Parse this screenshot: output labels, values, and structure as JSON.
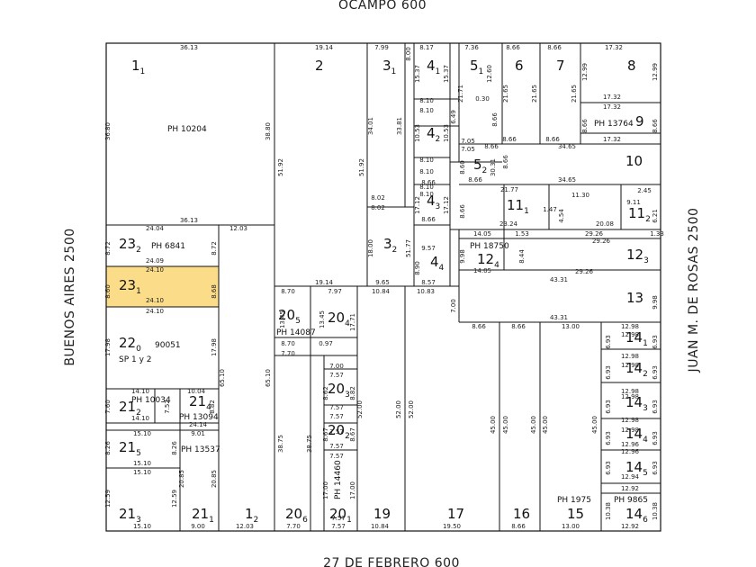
{
  "streets": {
    "top": "OCAMPO 600",
    "bottom": "27 DE FEBRERO 600",
    "left": "BUENOS AIRES 2500",
    "right": "JUAN M. DE ROSAS 2500"
  },
  "highlight_color": "#fbdc88",
  "lots": [
    {
      "id": "1",
      "main": "1",
      "sub": "1"
    },
    {
      "id": "2",
      "main": "2",
      "sub": ""
    },
    {
      "id": "3-1",
      "main": "3",
      "sub": "1"
    },
    {
      "id": "4-1",
      "main": "4",
      "sub": "1"
    },
    {
      "id": "5-1",
      "main": "5",
      "sub": "1"
    },
    {
      "id": "6",
      "main": "6",
      "sub": ""
    },
    {
      "id": "7",
      "main": "7",
      "sub": ""
    },
    {
      "id": "8",
      "main": "8",
      "sub": ""
    },
    {
      "id": "9",
      "main": "9",
      "sub": ""
    },
    {
      "id": "10",
      "main": "10",
      "sub": ""
    },
    {
      "id": "4-2",
      "main": "4",
      "sub": "2"
    },
    {
      "id": "5-2",
      "main": "5",
      "sub": "2"
    },
    {
      "id": "11-1",
      "main": "11",
      "sub": "1"
    },
    {
      "id": "11-2",
      "main": "11",
      "sub": "2"
    },
    {
      "id": "4-3",
      "main": "4",
      "sub": "3"
    },
    {
      "id": "3-2",
      "main": "3",
      "sub": "2"
    },
    {
      "id": "4-4",
      "main": "4",
      "sub": "4"
    },
    {
      "id": "12-4",
      "main": "12",
      "sub": "4"
    },
    {
      "id": "12-3",
      "main": "12",
      "sub": "3"
    },
    {
      "id": "13",
      "main": "13",
      "sub": ""
    },
    {
      "id": "23-2",
      "main": "23",
      "sub": "2"
    },
    {
      "id": "23-1",
      "main": "23",
      "sub": "1"
    },
    {
      "id": "22-0",
      "main": "22",
      "sub": "0"
    },
    {
      "id": "20-5",
      "main": "20",
      "sub": "5"
    },
    {
      "id": "20-4",
      "main": "20",
      "sub": "4"
    },
    {
      "id": "20-3",
      "main": "20",
      "sub": "3"
    },
    {
      "id": "20-2",
      "main": "20",
      "sub": "2"
    },
    {
      "id": "21-2",
      "main": "21",
      "sub": "2"
    },
    {
      "id": "21-4",
      "main": "21",
      "sub": "4"
    },
    {
      "id": "21-5",
      "main": "21",
      "sub": "5"
    },
    {
      "id": "21-3",
      "main": "21",
      "sub": "3"
    },
    {
      "id": "21-1",
      "main": "21",
      "sub": "1"
    },
    {
      "id": "1-2",
      "main": "1",
      "sub": "2"
    },
    {
      "id": "20-6",
      "main": "20",
      "sub": "6"
    },
    {
      "id": "20-1",
      "main": "20",
      "sub": "1"
    },
    {
      "id": "19",
      "main": "19",
      "sub": ""
    },
    {
      "id": "17",
      "main": "17",
      "sub": ""
    },
    {
      "id": "16",
      "main": "16",
      "sub": ""
    },
    {
      "id": "15",
      "main": "15",
      "sub": ""
    },
    {
      "id": "14-1",
      "main": "14",
      "sub": "1"
    },
    {
      "id": "14-2",
      "main": "14",
      "sub": "2"
    },
    {
      "id": "14-3",
      "main": "14",
      "sub": "3"
    },
    {
      "id": "14-4",
      "main": "14",
      "sub": "4"
    },
    {
      "id": "14-5",
      "main": "14",
      "sub": "5"
    },
    {
      "id": "14-6",
      "main": "14",
      "sub": "6"
    }
  ],
  "ph_labels": [
    {
      "id": "ph-10204",
      "text": "PH 10204"
    },
    {
      "id": "ph-13764",
      "text": "PH 13764"
    },
    {
      "id": "ph-18750",
      "text": "PH 18750"
    },
    {
      "id": "ph-6841",
      "text": "PH 6841"
    },
    {
      "id": "ph-90051",
      "text": "90051"
    },
    {
      "id": "sp-1y2",
      "text": "SP 1 y 2"
    },
    {
      "id": "ph-14087",
      "text": "PH 14087"
    },
    {
      "id": "ph-10034",
      "text": "PH 10034"
    },
    {
      "id": "ph-13094",
      "text": "PH 13094"
    },
    {
      "id": "ph-13537",
      "text": "PH 13537"
    },
    {
      "id": "ph-14460",
      "text": "PH 14460"
    },
    {
      "id": "ph-1975",
      "text": "PH 1975"
    },
    {
      "id": "ph-9865",
      "text": "PH 9865"
    }
  ],
  "dims": [
    {
      "id": "d1",
      "t": "36.13"
    },
    {
      "id": "d2",
      "t": "19.14"
    },
    {
      "id": "d3",
      "t": "7.99"
    },
    {
      "id": "d4",
      "t": "8.17"
    },
    {
      "id": "d5",
      "t": "7.36"
    },
    {
      "id": "d6",
      "t": "8.66"
    },
    {
      "id": "d7",
      "t": "8.66"
    },
    {
      "id": "d8",
      "t": "17.32"
    },
    {
      "id": "d9",
      "t": "12.99"
    },
    {
      "id": "d10",
      "t": "12.99"
    },
    {
      "id": "d11",
      "t": "17.32"
    },
    {
      "id": "d12",
      "t": "17.32"
    },
    {
      "id": "d13",
      "t": "8.66"
    },
    {
      "id": "d14",
      "t": "8.66"
    },
    {
      "id": "d15",
      "t": "17.32"
    },
    {
      "id": "d16",
      "t": "34.65"
    },
    {
      "id": "d17",
      "t": "8.66"
    },
    {
      "id": "d18",
      "t": "8.66"
    },
    {
      "id": "d19",
      "t": "34.65"
    },
    {
      "id": "d20",
      "t": "36.80"
    },
    {
      "id": "d21",
      "t": "38.80"
    },
    {
      "id": "d22",
      "t": "51.92"
    },
    {
      "id": "d23",
      "t": "51.92"
    },
    {
      "id": "d24",
      "t": "34.01"
    },
    {
      "id": "d25",
      "t": "33.81"
    },
    {
      "id": "d26",
      "t": "8.10"
    },
    {
      "id": "d27",
      "t": "8.10"
    },
    {
      "id": "d28",
      "t": "8.10"
    },
    {
      "id": "d29",
      "t": "8.10"
    },
    {
      "id": "d30",
      "t": "8.10"
    },
    {
      "id": "d31",
      "t": "8.10"
    },
    {
      "id": "d32",
      "t": "7.05"
    },
    {
      "id": "d33",
      "t": "7.05"
    },
    {
      "id": "d34",
      "t": "8.66"
    },
    {
      "id": "d35",
      "t": "21.77"
    },
    {
      "id": "d36",
      "t": "23.24"
    },
    {
      "id": "d37",
      "t": "20.08"
    },
    {
      "id": "d38",
      "t": "9.11"
    },
    {
      "id": "d39",
      "t": "2.45"
    },
    {
      "id": "d40",
      "t": "11.30"
    },
    {
      "id": "d41",
      "t": "36.13"
    },
    {
      "id": "d42",
      "t": "24.04"
    },
    {
      "id": "d43",
      "t": "12.03"
    },
    {
      "id": "d44",
      "t": "8.72"
    },
    {
      "id": "d45",
      "t": "8.72"
    },
    {
      "id": "d46",
      "t": "24.09"
    },
    {
      "id": "d47",
      "t": "24.10"
    },
    {
      "id": "d48",
      "t": "8.60"
    },
    {
      "id": "d49",
      "t": "8.68"
    },
    {
      "id": "d50",
      "t": "24.10"
    },
    {
      "id": "d51",
      "t": "24.10"
    },
    {
      "id": "d52",
      "t": "8.02"
    },
    {
      "id": "d53",
      "t": "8.02"
    },
    {
      "id": "d54",
      "t": "18.00"
    },
    {
      "id": "d55",
      "t": "51.77"
    },
    {
      "id": "d56",
      "t": "17.12"
    },
    {
      "id": "d57",
      "t": "17.12"
    },
    {
      "id": "d58",
      "t": "8.66"
    },
    {
      "id": "d59",
      "t": "9.57"
    },
    {
      "id": "d60",
      "t": "8.90"
    },
    {
      "id": "d61",
      "t": "9.65"
    },
    {
      "id": "d62",
      "t": "8.57"
    },
    {
      "id": "d63",
      "t": "14.05"
    },
    {
      "id": "d64",
      "t": "14.05"
    },
    {
      "id": "d65",
      "t": "1.53"
    },
    {
      "id": "d66",
      "t": "29.26"
    },
    {
      "id": "d67",
      "t": "29.26"
    },
    {
      "id": "d68",
      "t": "29.26"
    },
    {
      "id": "d69",
      "t": "43.31"
    },
    {
      "id": "d70",
      "t": "43.31"
    },
    {
      "id": "d71",
      "t": "8.44"
    },
    {
      "id": "d72",
      "t": "9.98"
    },
    {
      "id": "d73",
      "t": "9.98"
    },
    {
      "id": "d74",
      "t": "7.00"
    },
    {
      "id": "d75",
      "t": "8.66"
    },
    {
      "id": "d76",
      "t": "8.66"
    },
    {
      "id": "d77",
      "t": "13.00"
    },
    {
      "id": "d78",
      "t": "19.14"
    },
    {
      "id": "d79",
      "t": "8.70"
    },
    {
      "id": "d80",
      "t": "7.97"
    },
    {
      "id": "d81",
      "t": "10.84"
    },
    {
      "id": "d82",
      "t": "10.83"
    },
    {
      "id": "d83",
      "t": "13.45"
    },
    {
      "id": "d84",
      "t": "13.45"
    },
    {
      "id": "d85",
      "t": "17.71"
    },
    {
      "id": "d86",
      "t": "8.70"
    },
    {
      "id": "d87",
      "t": "0.97"
    },
    {
      "id": "d88",
      "t": "7.70"
    },
    {
      "id": "d89",
      "t": "7.00"
    },
    {
      "id": "d90",
      "t": "7.57"
    },
    {
      "id": "d91",
      "t": "7.57"
    },
    {
      "id": "d92",
      "t": "7.57"
    },
    {
      "id": "d93",
      "t": "7.57"
    },
    {
      "id": "d94",
      "t": "7.57"
    },
    {
      "id": "d95",
      "t": "7.57"
    },
    {
      "id": "d96",
      "t": "7.57"
    },
    {
      "id": "d97",
      "t": "8.62"
    },
    {
      "id": "d98",
      "t": "8.82"
    },
    {
      "id": "d99",
      "t": "8.67"
    },
    {
      "id": "d100",
      "t": "8.67"
    },
    {
      "id": "d101",
      "t": "52.00"
    },
    {
      "id": "d102",
      "t": "52.00"
    },
    {
      "id": "d103",
      "t": "52.00"
    },
    {
      "id": "d104",
      "t": "45.00"
    },
    {
      "id": "d105",
      "t": "45.00"
    },
    {
      "id": "d106",
      "t": "45.00"
    },
    {
      "id": "d107",
      "t": "45.00"
    },
    {
      "id": "d108",
      "t": "45.00"
    },
    {
      "id": "d109",
      "t": "17.00"
    },
    {
      "id": "d110",
      "t": "17.00"
    },
    {
      "id": "d111",
      "t": "38.75"
    },
    {
      "id": "d112",
      "t": "38.75"
    },
    {
      "id": "d113",
      "t": "65.10"
    },
    {
      "id": "d114",
      "t": "65.10"
    },
    {
      "id": "d115",
      "t": "17.98"
    },
    {
      "id": "d116",
      "t": "17.98"
    },
    {
      "id": "d117",
      "t": "14.10"
    },
    {
      "id": "d118",
      "t": "14.10"
    },
    {
      "id": "d119",
      "t": "10.04"
    },
    {
      "id": "d120",
      "t": "7.60"
    },
    {
      "id": "d121",
      "t": "7.52"
    },
    {
      "id": "d122",
      "t": "8.82"
    },
    {
      "id": "d123",
      "t": "24.14"
    },
    {
      "id": "d124",
      "t": "15.10"
    },
    {
      "id": "d125",
      "t": "9.01"
    },
    {
      "id": "d126",
      "t": "8.26"
    },
    {
      "id": "d127",
      "t": "8.26"
    },
    {
      "id": "d128",
      "t": "15.10"
    },
    {
      "id": "d129",
      "t": "15.10"
    },
    {
      "id": "d130",
      "t": "12.59"
    },
    {
      "id": "d131",
      "t": "12.59"
    },
    {
      "id": "d132",
      "t": "20.85"
    },
    {
      "id": "d133",
      "t": "20.85"
    },
    {
      "id": "d134",
      "t": "15.10"
    },
    {
      "id": "d135",
      "t": "9.00"
    },
    {
      "id": "d136",
      "t": "12.03"
    },
    {
      "id": "d137",
      "t": "7.70"
    },
    {
      "id": "d138",
      "t": "7.57"
    },
    {
      "id": "d139",
      "t": "10.84"
    },
    {
      "id": "d140",
      "t": "19.50"
    },
    {
      "id": "d141",
      "t": "8.66"
    },
    {
      "id": "d142",
      "t": "13.00"
    },
    {
      "id": "d143",
      "t": "12.92"
    },
    {
      "id": "d144",
      "t": "12.98"
    },
    {
      "id": "d145",
      "t": "12.98"
    },
    {
      "id": "d146",
      "t": "12.98"
    },
    {
      "id": "d147",
      "t": "12.98"
    },
    {
      "id": "d148",
      "t": "12.98"
    },
    {
      "id": "d149",
      "t": "12.98"
    },
    {
      "id": "d150",
      "t": "12.98"
    },
    {
      "id": "d151",
      "t": "12.98"
    },
    {
      "id": "d152",
      "t": "12.96"
    },
    {
      "id": "d153",
      "t": "12.96"
    },
    {
      "id": "d154",
      "t": "12.94"
    },
    {
      "id": "d155",
      "t": "12.92"
    },
    {
      "id": "d156",
      "t": "6.93"
    },
    {
      "id": "d157",
      "t": "6.93"
    },
    {
      "id": "d158",
      "t": "6.93"
    },
    {
      "id": "d159",
      "t": "6.93"
    },
    {
      "id": "d160",
      "t": "6.93"
    },
    {
      "id": "d161",
      "t": "6.93"
    },
    {
      "id": "d162",
      "t": "6.93"
    },
    {
      "id": "d163",
      "t": "6.93"
    },
    {
      "id": "d164",
      "t": "6.93"
    },
    {
      "id": "d165",
      "t": "6.93"
    },
    {
      "id": "d166",
      "t": "10.38"
    },
    {
      "id": "d167",
      "t": "10.38"
    },
    {
      "id": "d168",
      "t": "21.65"
    },
    {
      "id": "d169",
      "t": "21.65"
    },
    {
      "id": "d170",
      "t": "21.65"
    },
    {
      "id": "d171",
      "t": "21.71"
    },
    {
      "id": "d172",
      "t": "15.37"
    },
    {
      "id": "d173",
      "t": "15.37"
    },
    {
      "id": "d174",
      "t": "10.53"
    },
    {
      "id": "d175",
      "t": "10.53"
    },
    {
      "id": "d176",
      "t": "12.60"
    },
    {
      "id": "d177",
      "t": "0.30"
    },
    {
      "id": "d178",
      "t": "8.60"
    },
    {
      "id": "d179",
      "t": "30.31"
    },
    {
      "id": "d180",
      "t": "8.66"
    },
    {
      "id": "d181",
      "t": "4.54"
    },
    {
      "id": "d182",
      "t": "1.47"
    },
    {
      "id": "d183",
      "t": "6.21"
    },
    {
      "id": "d184",
      "t": "1.33"
    },
    {
      "id": "d185",
      "t": "6.49"
    },
    {
      "id": "d186",
      "t": "8.00"
    },
    {
      "id": "d187",
      "t": "8.66"
    },
    {
      "id": "d188",
      "t": "8.66"
    },
    {
      "id": "d189",
      "t": "8.66"
    },
    {
      "id": "d190",
      "t": "8.66"
    }
  ]
}
